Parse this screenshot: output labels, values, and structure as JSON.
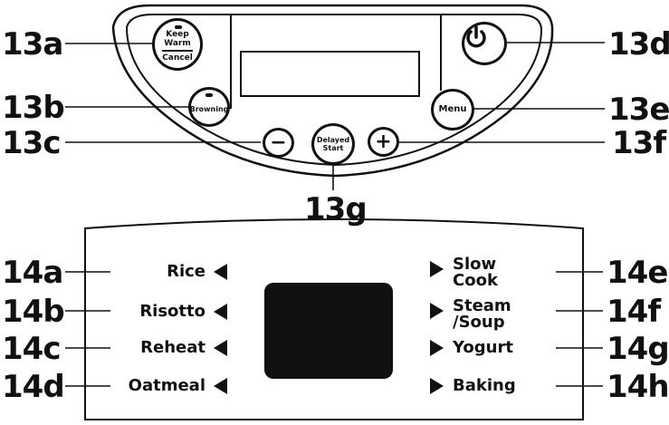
{
  "callouts": {
    "c13a": "13a",
    "c13b": "13b",
    "c13c": "13c",
    "c13d": "13d",
    "c13e": "13e",
    "c13f": "13f",
    "c13g": "13g",
    "c14a": "14a",
    "c14b": "14b",
    "c14c": "14c",
    "c14d": "14d",
    "c14e": "14e",
    "c14f": "14f",
    "c14g": "14g",
    "c14h": "14h"
  },
  "buttons": {
    "keep_warm_line1": "Keep",
    "keep_warm_line2": "Warm",
    "cancel": "Cancel",
    "browning": "Browning",
    "minus": "−",
    "delayed_line1": "Delayed",
    "delayed_line2": "Start",
    "plus": "+",
    "menu": "Menu",
    "power_icon": "power-icon"
  },
  "modes": {
    "left": [
      "Rice",
      "Risotto",
      "Reheat",
      "Oatmeal"
    ],
    "right_slow_1": "Slow",
    "right_slow_2": "Cook",
    "right_steam_1": "Steam",
    "right_steam_2": "/Soup",
    "right_yogurt": "Yogurt",
    "right_baking": "Baking"
  },
  "colors": {
    "ink": "#111111",
    "paper": "#ffffff"
  }
}
